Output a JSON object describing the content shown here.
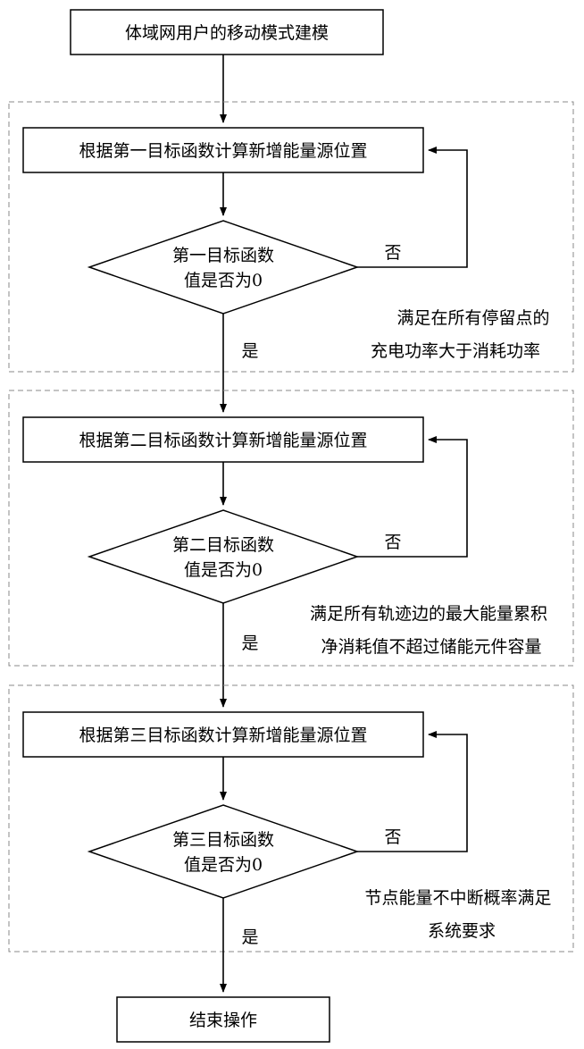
{
  "start": "体域网用户的移动模式建模",
  "stages": [
    {
      "process": "根据第一目标函数计算新增能量源位置",
      "decision": [
        "第一目标函数",
        "值是否为0"
      ],
      "no": "否",
      "yes": "是",
      "condition": [
        "满足在所有停留点的",
        "充电功率大于消耗功率"
      ]
    },
    {
      "process": "根据第二目标函数计算新增能量源位置",
      "decision": [
        "第二目标函数",
        "值是否为0"
      ],
      "no": "否",
      "yes": "是",
      "condition": [
        "满足所有轨迹边的最大能量累积",
        "净消耗值不超过储能元件容量"
      ]
    },
    {
      "process": "根据第三目标函数计算新增能量源位置",
      "decision": [
        "第三目标函数",
        "值是否为0"
      ],
      "no": "否",
      "yes": "是",
      "condition": [
        "节点能量不中断概率满足",
        "系统要求"
      ]
    }
  ],
  "end": "结束操作"
}
